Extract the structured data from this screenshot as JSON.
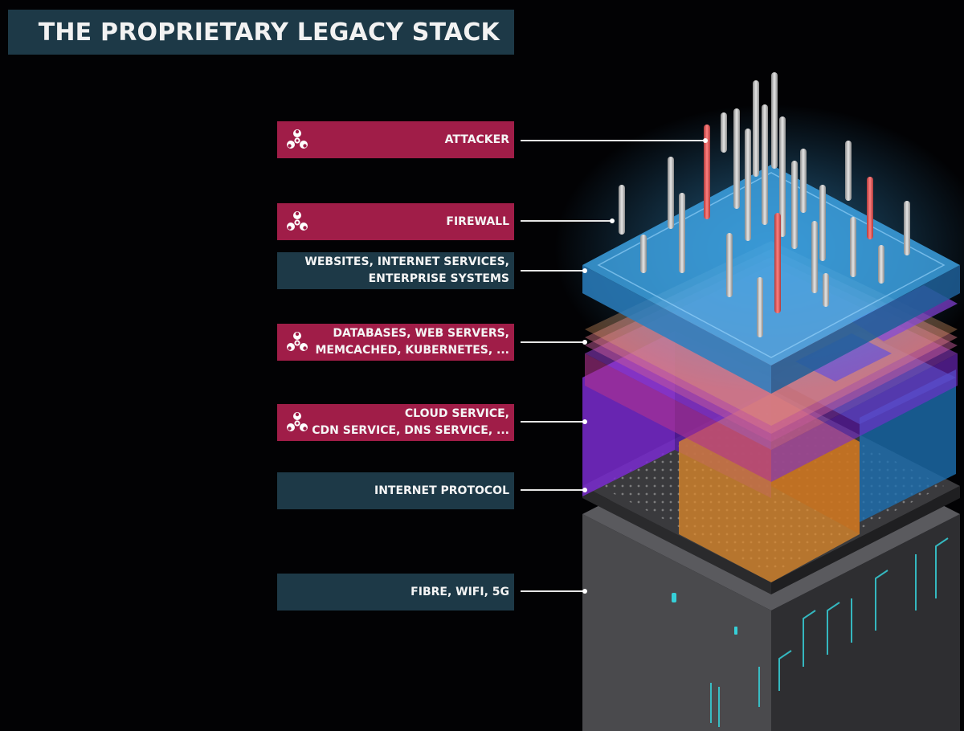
{
  "title": "THE PROPRIETARY LEGACY STACK",
  "layers": [
    {
      "id": "attacker",
      "lines": [
        "ATTACKER"
      ],
      "style": "red",
      "hazard": true
    },
    {
      "id": "firewall",
      "lines": [
        "FIREWALL"
      ],
      "style": "red",
      "hazard": true
    },
    {
      "id": "websites",
      "lines": [
        "WEBSITES, INTERNET SERVICES,",
        "ENTERPRISE SYSTEMS"
      ],
      "style": "slate",
      "hazard": false
    },
    {
      "id": "databases",
      "lines": [
        "DATABASES, WEB SERVERS,",
        "MEMCACHED, KUBERNETES, ..."
      ],
      "style": "red",
      "hazard": true
    },
    {
      "id": "cloud",
      "lines": [
        "CLOUD SERVICE,",
        "CDN SERVICE, DNS SERVICE, ..."
      ],
      "style": "red",
      "hazard": true
    },
    {
      "id": "protocol",
      "lines": [
        "INTERNET PROTOCOL"
      ],
      "style": "slate",
      "hazard": false
    },
    {
      "id": "fibre",
      "lines": [
        "FIBRE, WIFI, 5G"
      ],
      "style": "slate",
      "hazard": false
    }
  ],
  "colors": {
    "label_red": "#a01d48",
    "label_slate": "#1d3947",
    "firewall_blue": "#3ea6e8",
    "pin_grey": "#bdbdbd",
    "attacker_pin": "#e05a5a",
    "purple_layer": "#7a2bd0",
    "orange_block": "#e08a2a",
    "hardware_grey": "#555558",
    "circuit_cyan": "#36d0d8"
  },
  "icons": {
    "hazard": "biohazard-icon"
  }
}
